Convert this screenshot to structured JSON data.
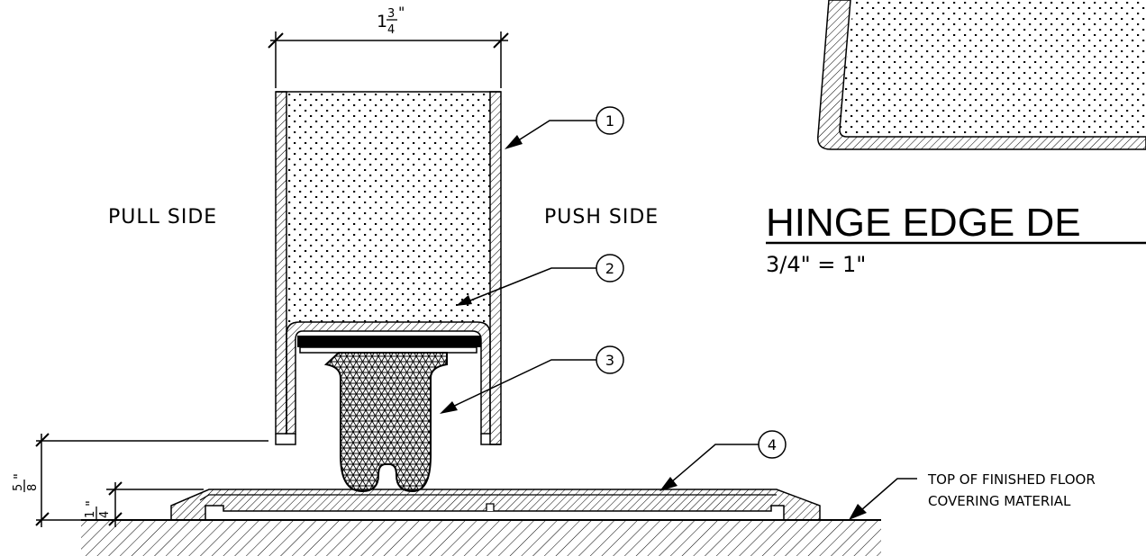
{
  "labels": {
    "pull_side": "PULL SIDE",
    "push_side": "PUSH SIDE",
    "detail_title": "HINGE EDGE DE",
    "scale": "3/4\"  =  1\"",
    "floor_note_line1": "TOP  OF  FINISHED  FLOOR",
    "floor_note_line2": "COVERING  MATERIAL"
  },
  "dimensions": {
    "door_width_whole": "1",
    "door_width_num": "3",
    "door_width_den": "4",
    "gap_height_num": "5",
    "gap_height_den": "8",
    "threshold_height_num": "1",
    "threshold_height_den": "4",
    "inch_mark": "\""
  },
  "callouts": [
    "1",
    "2",
    "3",
    "4"
  ],
  "colors": {
    "line": "#000000",
    "background": "#ffffff"
  }
}
